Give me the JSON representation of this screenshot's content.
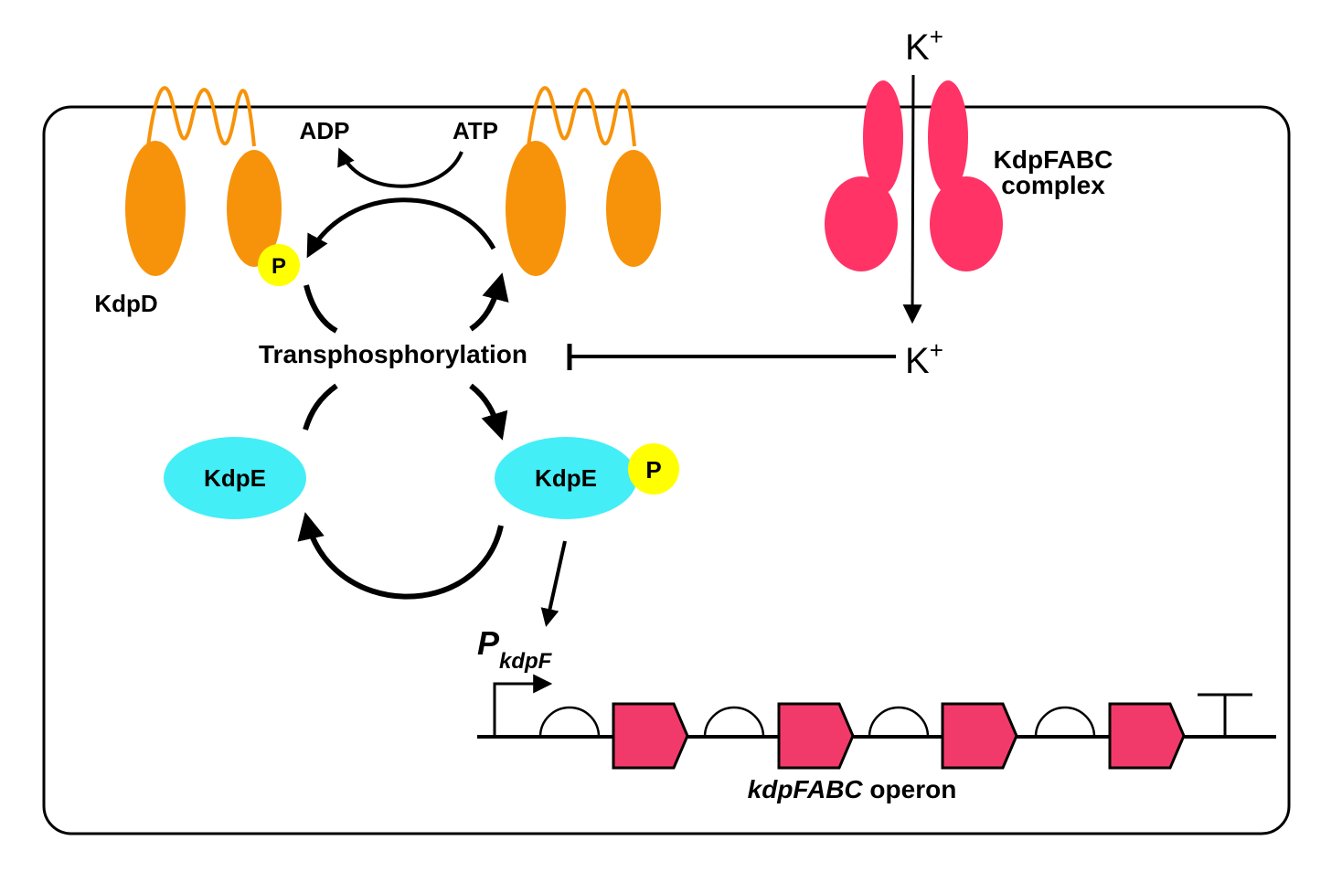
{
  "colors": {
    "kdpd": "#F7930A",
    "kdpfabc": "#FF3366",
    "kdpe": "#44EEF7",
    "phosphate": "#FFFF00",
    "gene": "#F23A6A",
    "line": "#000000"
  },
  "labels": {
    "k_out": "K",
    "k_in": "K",
    "k_sup": "+",
    "adp": "ADP",
    "atp": "ATP",
    "kdpd": "KdpD",
    "p": "P",
    "complex_line1": "KdpFABC",
    "complex_line2": "complex",
    "transphosphorylation": "Transphosphorylation",
    "kdpe": "KdpE",
    "promoter_p": "P",
    "promoter_sub": "kdpF",
    "operon_italic": "kdpFABC",
    "operon_rest": " operon"
  }
}
